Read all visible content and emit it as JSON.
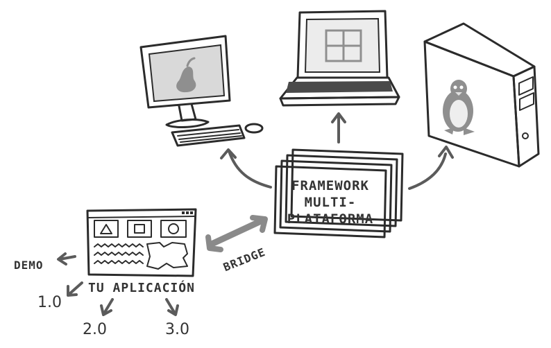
{
  "framework": {
    "line1": "FRAMEWORK",
    "line2": "MULTI-",
    "line3": "PLATAFORMA"
  },
  "bridge_label": "BRIDGE",
  "app": {
    "title": "TU APLICACIÓN",
    "versions": [
      "DEMO",
      "1.0",
      "2.0",
      "3.0"
    ]
  },
  "colors": {
    "ink": "#2b2b2b",
    "screen": "#d9d9d9",
    "logo": "#8f8f8f",
    "arrow": "#5b5b5b",
    "card": "#f4f4f4"
  },
  "icons": {
    "desktop": "apple-desktop-icon",
    "laptop": "windows-laptop-icon",
    "server": "linux-server-icon",
    "app": "application-window-icon"
  }
}
